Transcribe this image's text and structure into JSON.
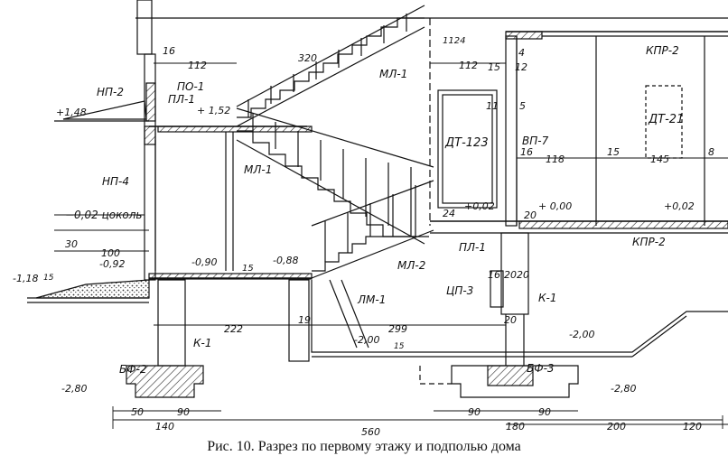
{
  "caption": "Рис. 10. Разрез по первому этажу и подполью дома",
  "labels": {
    "np2": "НП-2",
    "po1": "ПО-1",
    "pl1_top": "ПЛ-1",
    "ml1_top": "МЛ-1",
    "ml1_mid": "МЛ-1",
    "np4": "НП-4",
    "dt123": "ДТ-123",
    "vp7": "ВП-7",
    "dt21": "ДТ-21",
    "kpr2_top": "КПР-2",
    "kpr2_low": "КПР-2",
    "pl1_low": "ПЛ-1",
    "ml2": "МЛ-2",
    "tsp3": "ЦП-3",
    "lm1": "ЛМ-1",
    "k1_right": "К-1",
    "k1_left": "К-1",
    "bf2": "БФ-2",
    "bf3": "БФ-3",
    "tsokol": "−0,02 цоколь"
  },
  "levels": {
    "l148": "+1,48",
    "l152": "+ 1,52",
    "l002a": "+0,02",
    "l000": "+ 0,00",
    "l002b": "+0,02",
    "m118": "-1,18",
    "m092": "-0,92",
    "m090": "-0,90",
    "m088": "-0,88",
    "m200a": "-2,00",
    "m200b": "-2,00",
    "m280a": "-2,80",
    "m280b": "-2,80"
  },
  "dims": {
    "d16a": "16",
    "d112a": "112",
    "d320": "320",
    "d112b": "112",
    "d1124": "1124",
    "d4": "4",
    "d15a": "15",
    "d12": "12",
    "d11": "11",
    "d5": "5",
    "d16b": "16",
    "d118": "118",
    "d15b": "15",
    "d145": "145",
    "d8": "8",
    "d24": "24",
    "d20a": "20",
    "d30": "30",
    "d100": "100",
    "d15c": "15",
    "d15d": "15",
    "d16c": "16",
    "d20b": "20",
    "d20c": "20",
    "d19": "19",
    "d222": "222",
    "d299": "299",
    "d20d": "20",
    "d15e": "15",
    "d50": "50",
    "d90a": "90",
    "d140": "140",
    "d560": "560",
    "d90b": "90",
    "d90c": "90",
    "d180": "180",
    "d200": "200",
    "d120": "120"
  }
}
